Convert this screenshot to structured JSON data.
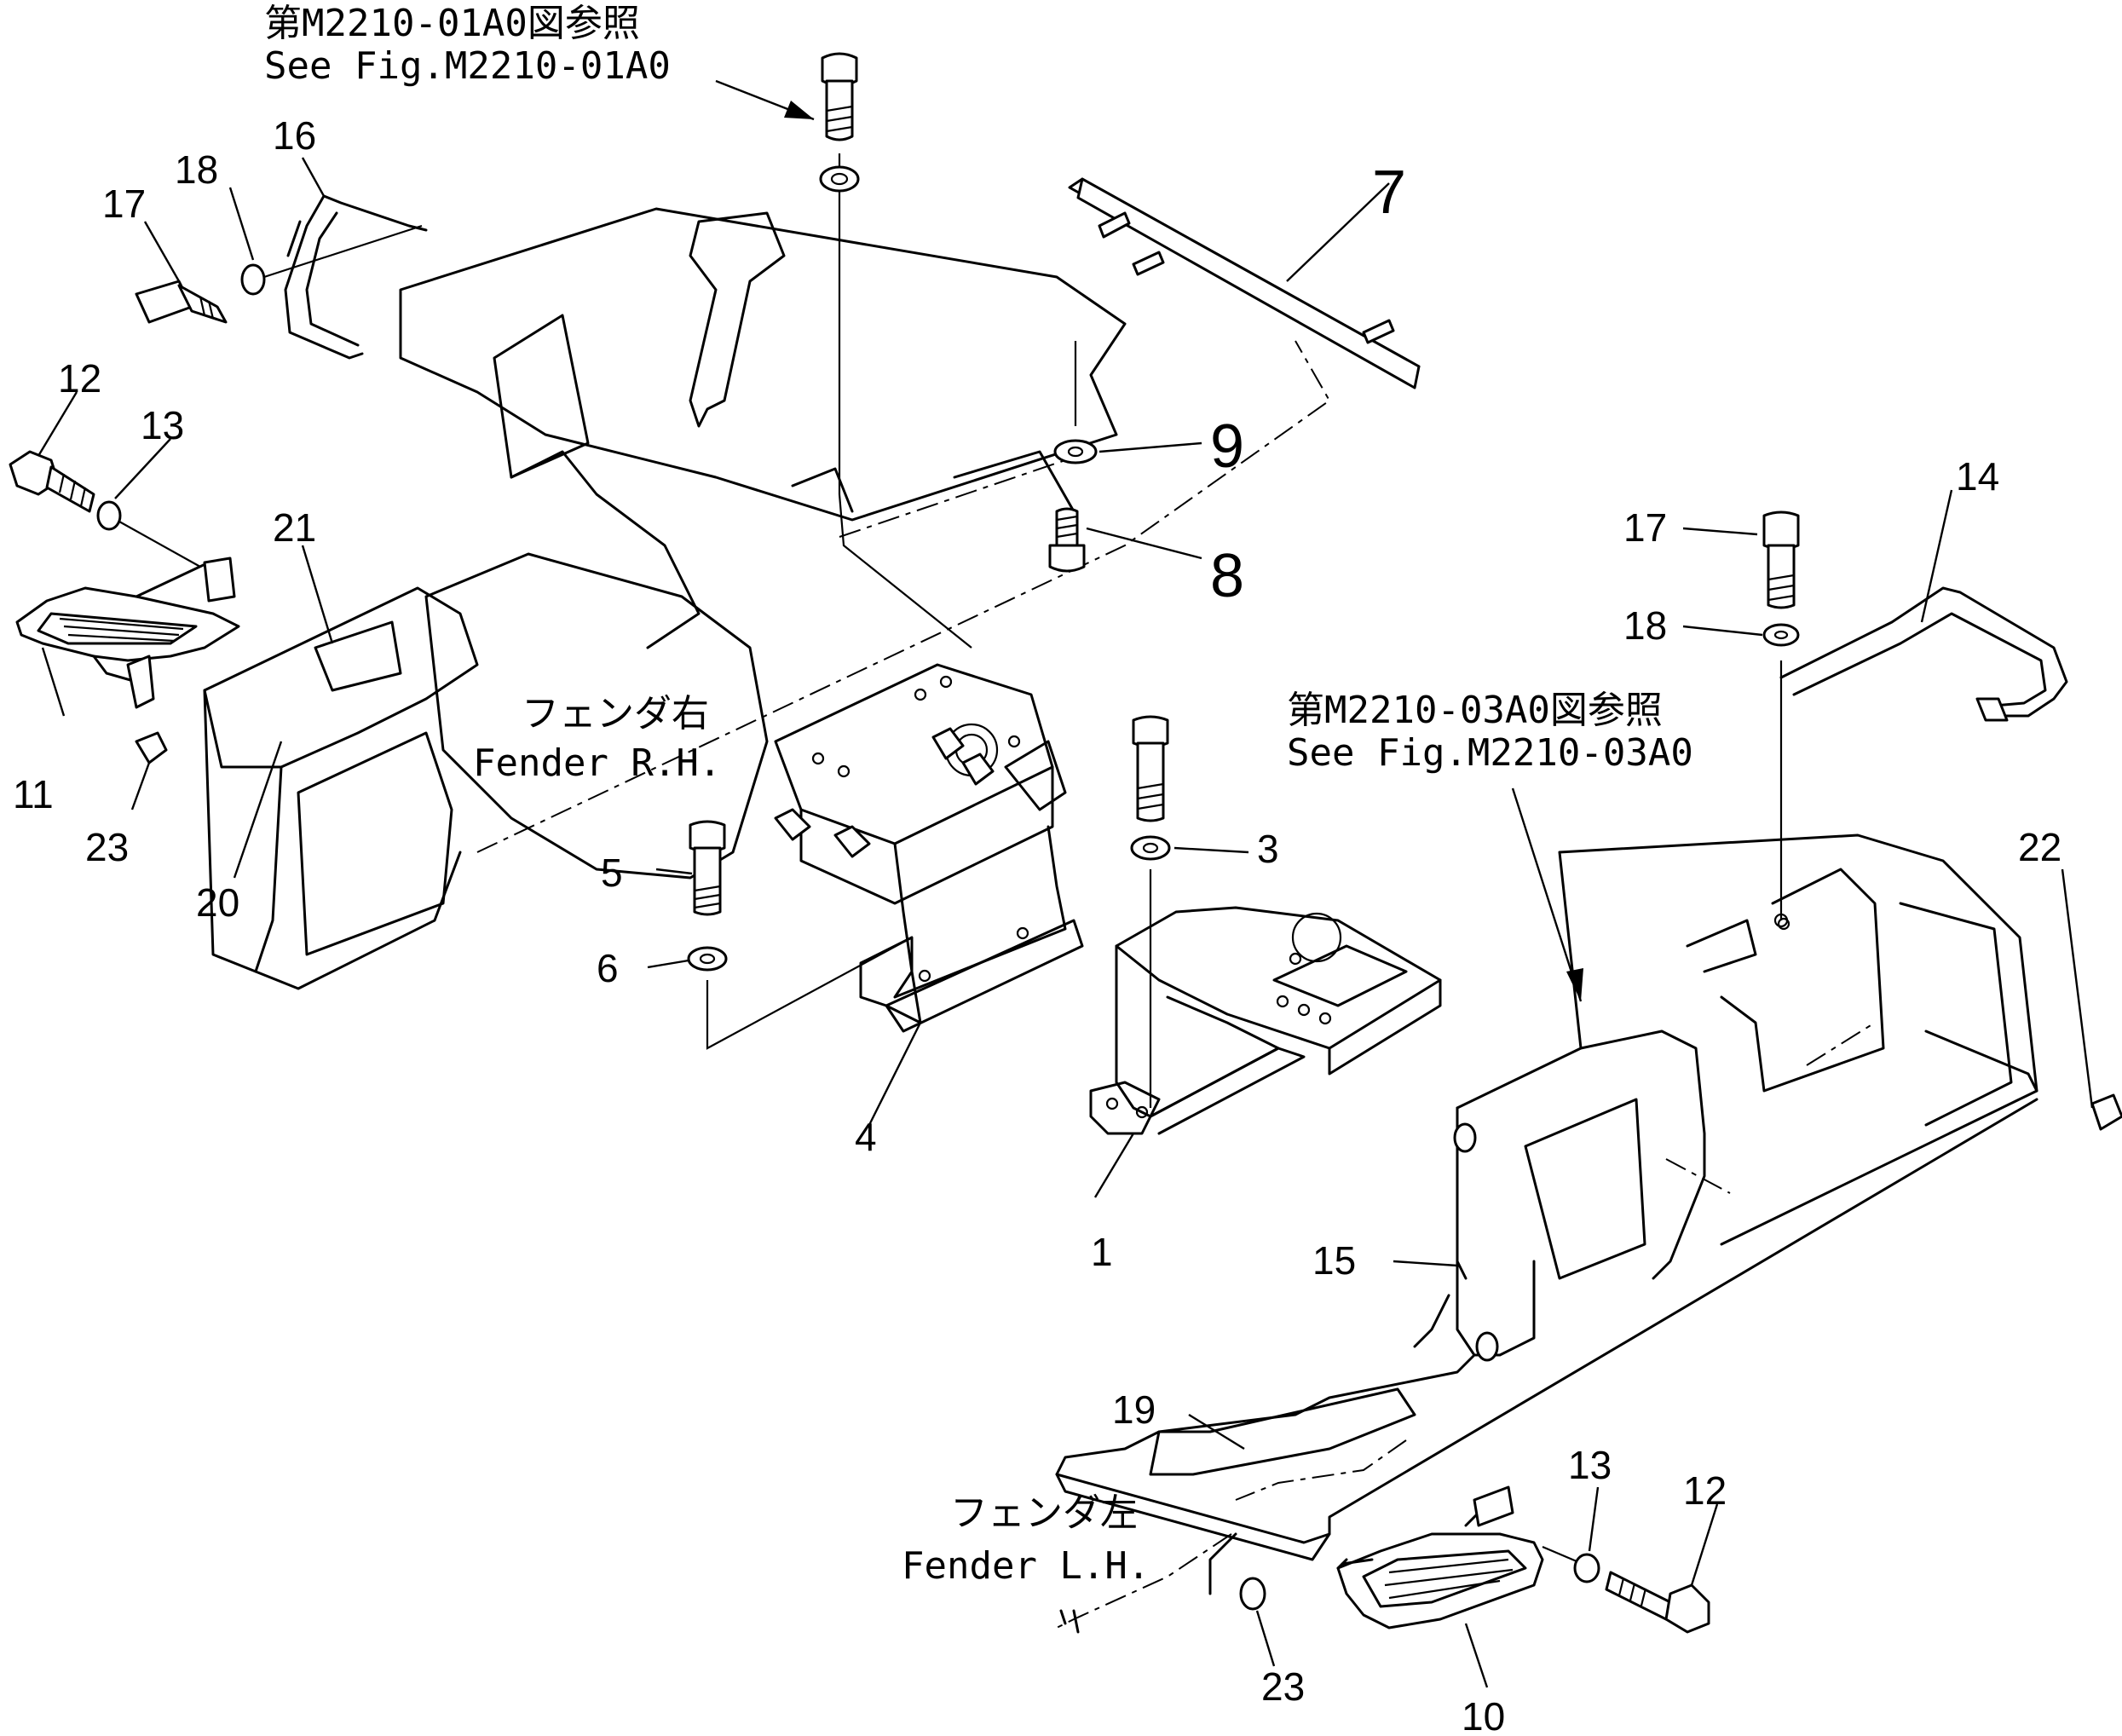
{
  "references": {
    "top": {
      "jp": "第M2210-01A0図参照",
      "en": "See Fig.M2210-01A0"
    },
    "right": {
      "jp": "第M2210-03A0図参照",
      "en": "See Fig.M2210-03A0"
    }
  },
  "fenders": {
    "rh": {
      "jp": "フェンダ右",
      "en": "Fender R.H."
    },
    "lh": {
      "jp": "フェンダ左",
      "en": "Fender L.H."
    }
  },
  "callouts": {
    "p1": "1",
    "p3": "3",
    "p4": "4",
    "p5": "5",
    "p6": "6",
    "p7": "7",
    "p8": "8",
    "p9": "9",
    "p10": "10",
    "p11": "11",
    "p12a": "12",
    "p12b": "12",
    "p13a": "13",
    "p13b": "13",
    "p14": "14",
    "p15": "15",
    "p16": "16",
    "p17a": "17",
    "p17b": "17",
    "p18a": "18",
    "p18b": "18",
    "p19": "19",
    "p20": "20",
    "p21": "21",
    "p22": "22",
    "p23a": "23",
    "p23b": "23"
  }
}
